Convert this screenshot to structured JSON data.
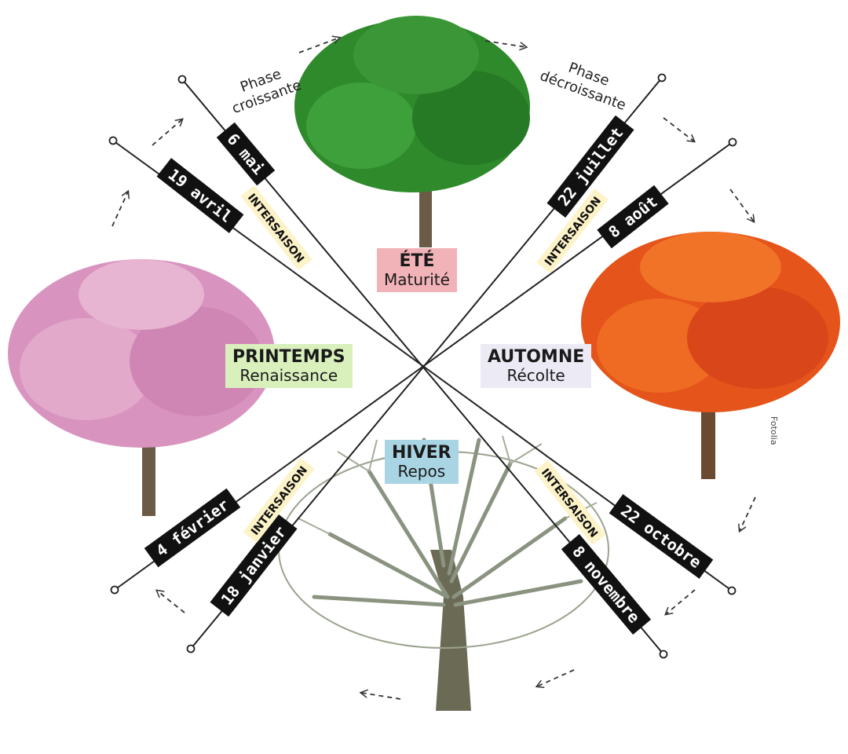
{
  "seasons": {
    "summer": {
      "name": "ÉTÉ",
      "subtitle": "Maturité",
      "bg": "#f2b3b8"
    },
    "autumn": {
      "name": "AUTOMNE",
      "subtitle": "Récolte",
      "bg": "#ecebf5"
    },
    "winter": {
      "name": "HIVER",
      "subtitle": "Repos",
      "bg": "#a9d4e4"
    },
    "spring": {
      "name": "PRINTEMPS",
      "subtitle": "Renaissance",
      "bg": "#d9f0bd"
    }
  },
  "phases": {
    "growing": [
      "Phase",
      "croissante"
    ],
    "declining": [
      "Phase",
      "décroissante"
    ]
  },
  "dates": {
    "d_19avril": "19 avril",
    "d_6mai": "6 mai",
    "d_22juillet": "22 juillet",
    "d_8aout": "8 août",
    "d_22octobre": "22 octobre",
    "d_8novembre": "8 novembre",
    "d_4fevrier": "4 février",
    "d_18janvier": "18 janvier"
  },
  "intersaison": "INTERSAISON",
  "credit": "Fotolia",
  "colors": {
    "date_bg": "#111111",
    "date_text": "#ffffff",
    "intersaison_bg": "#fdf3c8",
    "line": "#222222",
    "summer_tree": "#2f8a2c",
    "autumn_tree": "#e5541a",
    "spring_tree": "#d894bf",
    "winter_tree": "#9aa38f",
    "trunk": "#6b5a45"
  },
  "icons": [
    "tree-summer-icon",
    "tree-autumn-icon",
    "tree-spring-icon",
    "tree-winter-icon",
    "dashed-arrow-icon"
  ]
}
